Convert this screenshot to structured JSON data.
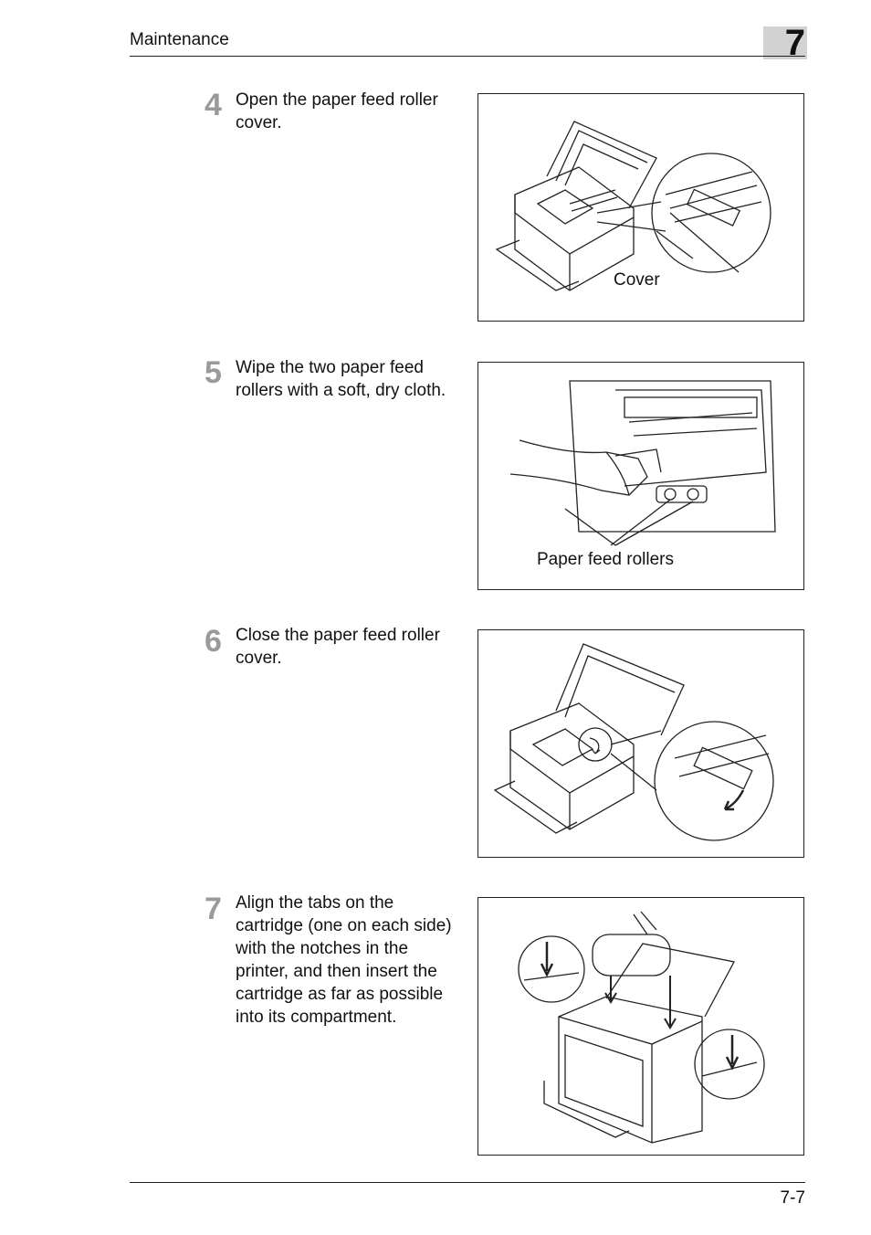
{
  "header": {
    "title": "Maintenance",
    "chapter": "7"
  },
  "steps": [
    {
      "number": "4",
      "text": "Open the paper feed roller cover.",
      "figure_label": "Cover"
    },
    {
      "number": "5",
      "text": "Wipe the two paper feed rollers with a soft, dry cloth.",
      "figure_label": "Paper feed rollers"
    },
    {
      "number": "6",
      "text": "Close the paper feed roller cover.",
      "figure_label": ""
    },
    {
      "number": "7",
      "text": "Align the tabs on the cartridge (one on each side) with the notches in the printer, and then insert the cartridge as far as possible into its compartment.",
      "figure_label": ""
    }
  ],
  "footer": {
    "page_number": "7-7"
  }
}
